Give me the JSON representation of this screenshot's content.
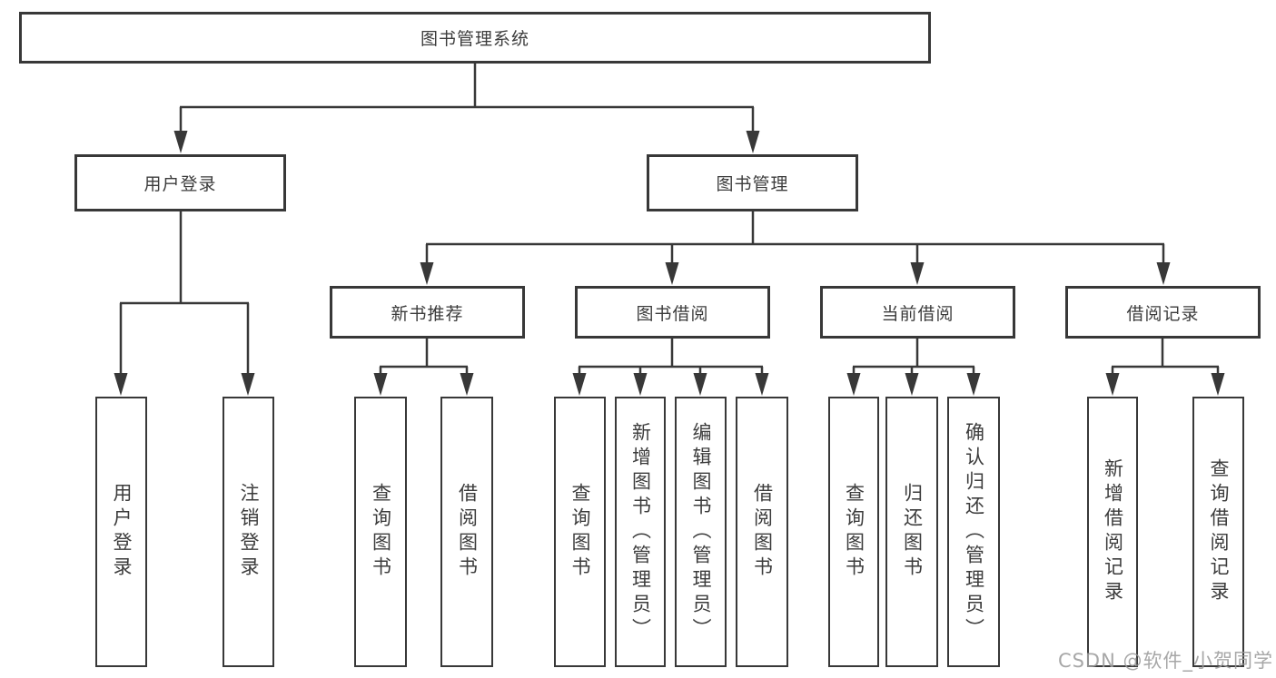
{
  "diagram": {
    "title": "图书管理系统",
    "watermark": "CSDN @软件_小贺同学",
    "colors": {
      "background": "#ffffff",
      "line": "#383838",
      "box_border": "#383838",
      "text": "#3c3c3c",
      "watermark": "#9b9b9b"
    },
    "nodes": {
      "root": {
        "label": "图书管理系统"
      },
      "user_login": {
        "label": "用户登录"
      },
      "book_mgmt": {
        "label": "图书管理"
      },
      "new_book_rec": {
        "label": "新书推荐"
      },
      "book_borrow": {
        "label": "图书借阅"
      },
      "current_borrow": {
        "label": "当前借阅"
      },
      "borrow_records": {
        "label": "借阅记录"
      },
      "leaf_user_login": {
        "label": "用户登录"
      },
      "leaf_logout": {
        "label": "注销登录"
      },
      "leaf_query_book_1": {
        "label": "查询图书"
      },
      "leaf_borrow_book_1": {
        "label": "借阅图书"
      },
      "leaf_query_book_2": {
        "label": "查询图书"
      },
      "leaf_add_book": {
        "label": "新增图书（管理员）"
      },
      "leaf_edit_book": {
        "label": "编辑图书（管理员）"
      },
      "leaf_borrow_book_2": {
        "label": "借阅图书"
      },
      "leaf_query_book_3": {
        "label": "查询图书"
      },
      "leaf_return_book": {
        "label": "归还图书"
      },
      "leaf_confirm_return": {
        "label": "确认归还（管理员）"
      },
      "leaf_add_record": {
        "label": "新增借阅记录"
      },
      "leaf_query_record": {
        "label": "查询借阅记录"
      }
    },
    "edges": [
      [
        "root",
        "user_login"
      ],
      [
        "root",
        "book_mgmt"
      ],
      [
        "user_login",
        "leaf_user_login"
      ],
      [
        "user_login",
        "leaf_logout"
      ],
      [
        "book_mgmt",
        "new_book_rec"
      ],
      [
        "book_mgmt",
        "book_borrow"
      ],
      [
        "book_mgmt",
        "current_borrow"
      ],
      [
        "book_mgmt",
        "borrow_records"
      ],
      [
        "new_book_rec",
        "leaf_query_book_1"
      ],
      [
        "new_book_rec",
        "leaf_borrow_book_1"
      ],
      [
        "book_borrow",
        "leaf_query_book_2"
      ],
      [
        "book_borrow",
        "leaf_add_book"
      ],
      [
        "book_borrow",
        "leaf_edit_book"
      ],
      [
        "book_borrow",
        "leaf_borrow_book_2"
      ],
      [
        "current_borrow",
        "leaf_query_book_3"
      ],
      [
        "current_borrow",
        "leaf_return_book"
      ],
      [
        "current_borrow",
        "leaf_confirm_return"
      ],
      [
        "borrow_records",
        "leaf_add_record"
      ],
      [
        "borrow_records",
        "leaf_query_record"
      ]
    ]
  }
}
